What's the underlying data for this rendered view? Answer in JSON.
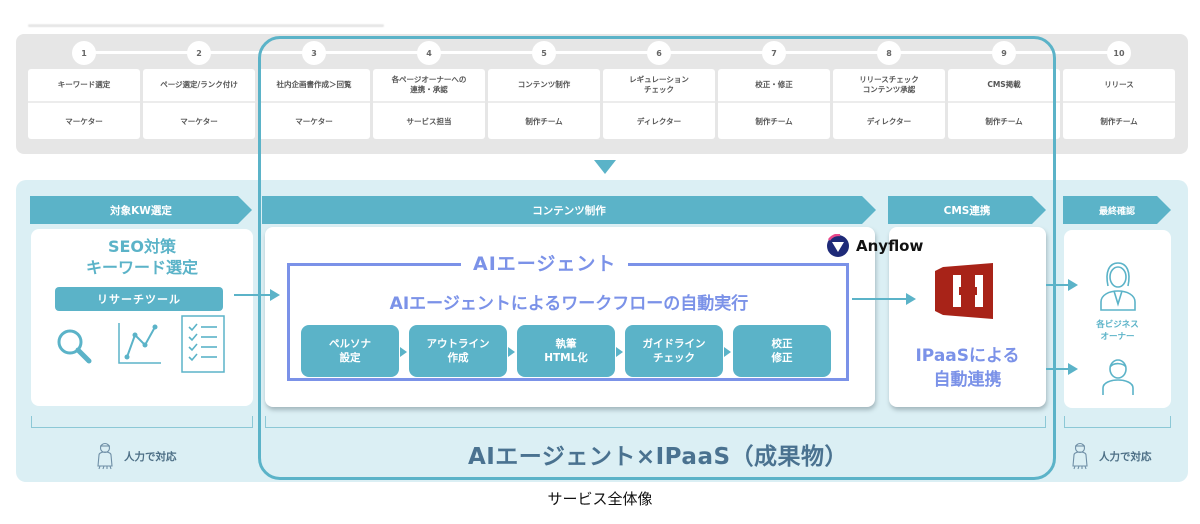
{
  "process_flow": {
    "steps": [
      {
        "num": "1",
        "task": "キーワード選定",
        "role": "マーケター"
      },
      {
        "num": "2",
        "task": "ページ選定/ランク付け",
        "role": "マーケター"
      },
      {
        "num": "3",
        "task": "社内企画書作成＞回覧",
        "role": "マーケター"
      },
      {
        "num": "4",
        "task": "各ページオーナーへの\n連携・承認",
        "role": "サービス担当"
      },
      {
        "num": "5",
        "task": "コンテンツ制作",
        "role": "制作チーム"
      },
      {
        "num": "6",
        "task": "レギュレーション\nチェック",
        "role": "ディレクター"
      },
      {
        "num": "7",
        "task": "校正・修正",
        "role": "制作チーム"
      },
      {
        "num": "8",
        "task": "リリースチェック\nコンテンツ承認",
        "role": "ディレクター"
      },
      {
        "num": "9",
        "task": "CMS掲載",
        "role": "制作チーム"
      },
      {
        "num": "10",
        "task": "リリース",
        "role": "制作チーム"
      }
    ]
  },
  "phases": {
    "kw": "対象KW選定",
    "content": "コンテンツ制作",
    "cms": "CMS連携",
    "final": "最終確認"
  },
  "kw_panel": {
    "title": "SEO対策\nキーワード選定",
    "tool_label": "リサーチツール",
    "icons": [
      "search-icon",
      "line-chart-icon",
      "checklist-icon"
    ]
  },
  "agent_panel": {
    "brand": "Anyflow",
    "title": "AIエージェント",
    "subtitle": "AIエージェントによるワークフローの自動実行",
    "steps": [
      "ペルソナ\n設定",
      "アウトライン\n作成",
      "執筆\nHTML化",
      "ガイドライン\nチェック",
      "校正\n修正"
    ]
  },
  "cms_panel": {
    "text": "IPaaSによる\n自動連携",
    "logo": "h-logo-icon"
  },
  "final_panel": {
    "label": "各ビジネス\nオーナー",
    "icons": [
      "businesswoman-icon",
      "person-icon"
    ]
  },
  "human_note": "人力で対応",
  "deliverable": "AIエージェント×IPaaS（成果物）",
  "caption": "サービス全体像",
  "colors": {
    "teal": "#5bb3c8",
    "light_teal_bg": "#dbeff4",
    "agent_blue": "#7b92e8",
    "grey_band": "#e6e6e6",
    "logo_red": "#a82318",
    "deliverable_text": "#4a7290"
  }
}
